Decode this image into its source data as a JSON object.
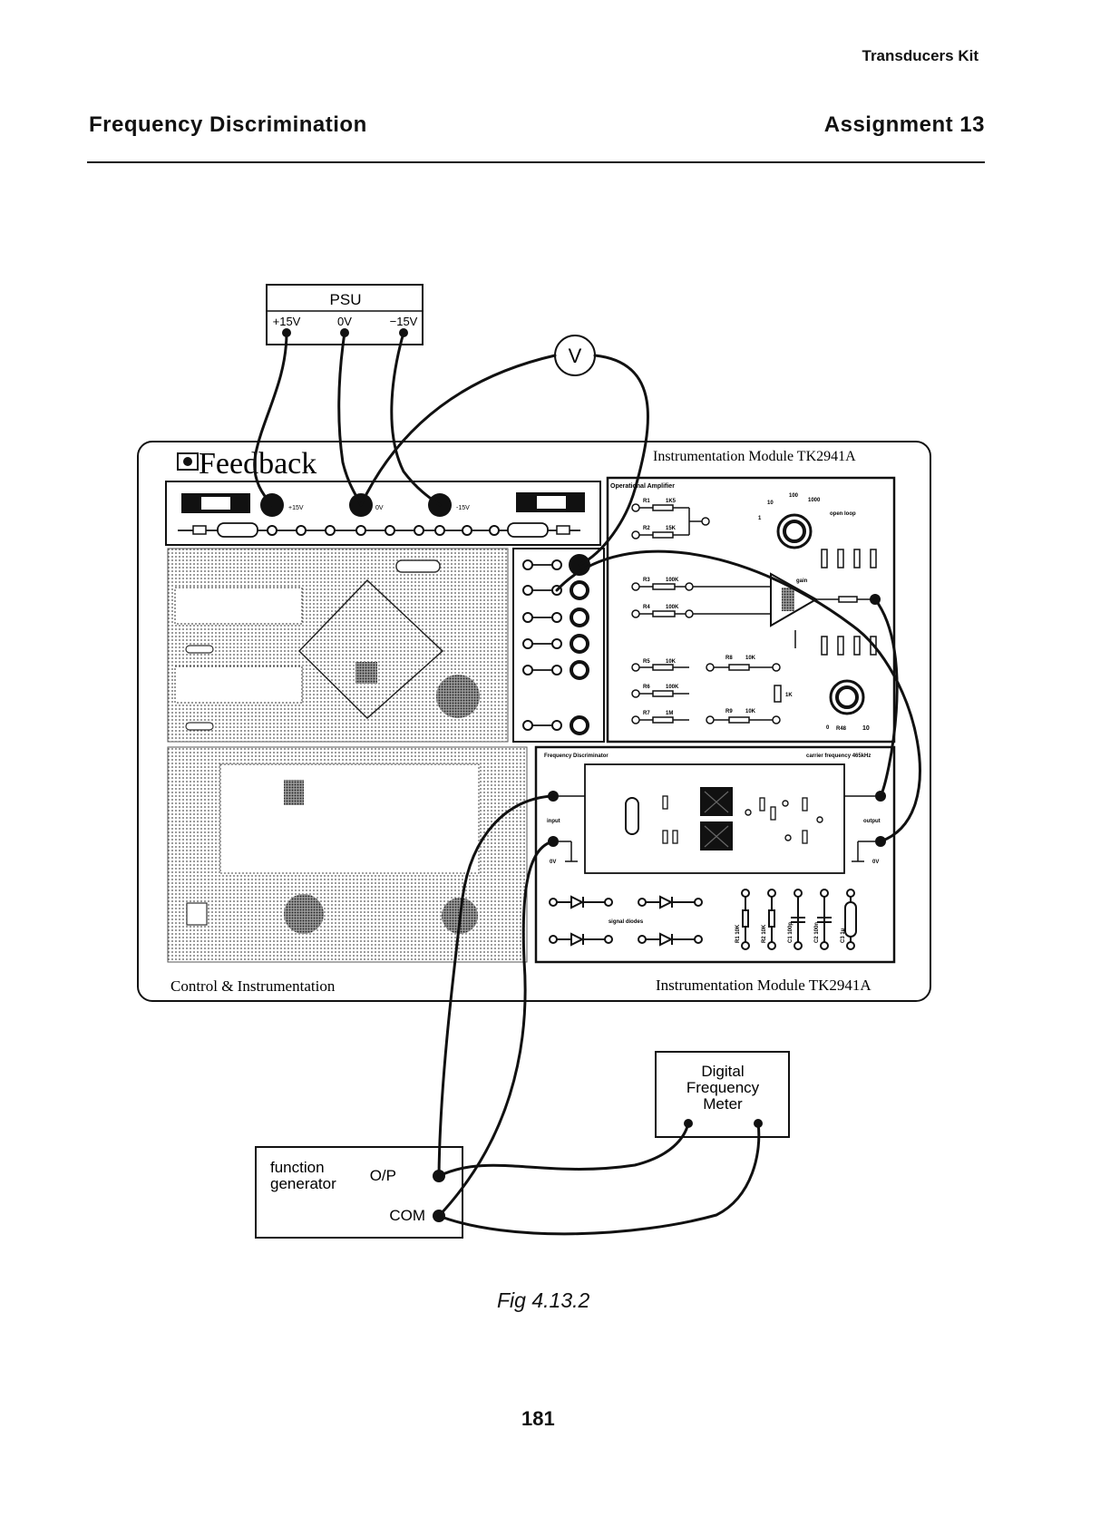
{
  "header": {
    "kit": "Transducers Kit",
    "title": "Frequency Discrimination",
    "assignment": "Assignment 13"
  },
  "figure": {
    "psu": {
      "title": "PSU",
      "plus": "+15V",
      "zero": "0V",
      "minus": "−15V"
    },
    "voltmeter": "V",
    "panel": {
      "brand": "Feedback",
      "module_title_top": "Instrumentation Module TK2941A",
      "module_title_bottom": "Instrumentation Module TK2941A",
      "control_label": "Control & Instrumentation",
      "rail_plus": "+15V",
      "rail_zero": "0V",
      "rail_minus": "-15V",
      "opamp": {
        "title": "Operational Amplifier",
        "r1": "R1",
        "r1v": "1K5",
        "r2": "R2",
        "r2v": "15K",
        "r3": "R3",
        "r3v": "100K",
        "r4": "R4",
        "r4v": "100K",
        "r5": "R5",
        "r5v": "10K",
        "r6": "R6",
        "r6v": "100K",
        "r7": "R7",
        "r7v": "1M",
        "r8": "R8",
        "r8v": "10K",
        "r9": "R9",
        "r9v": "10K",
        "gain_1": "1",
        "gain_10": "10",
        "gain_100": "100",
        "gain_1000": "1000",
        "open_loop": "open loop",
        "gain": "gain",
        "r1k": "1K",
        "r48": "R48",
        "knob_0": "0",
        "knob_10": "10"
      },
      "fd": {
        "title": "Frequency Discriminator",
        "carrier": "carrier frequency 465kHz",
        "input": "input",
        "output": "output",
        "ov_left": "0V",
        "ov_right": "0V",
        "signal_diodes": "signal diodes",
        "bottom_labels": [
          "R1 10K",
          "R2 10K",
          "C1 100p",
          "C2 100n",
          "C3 1µ"
        ]
      }
    },
    "dfm": {
      "line1": "Digital",
      "line2": "Frequency",
      "line3": "Meter"
    },
    "fg": {
      "line1": "function",
      "line2": "generator",
      "op": "O/P",
      "com": "COM"
    }
  },
  "caption": "Fig 4.13.2",
  "page_number": "181"
}
